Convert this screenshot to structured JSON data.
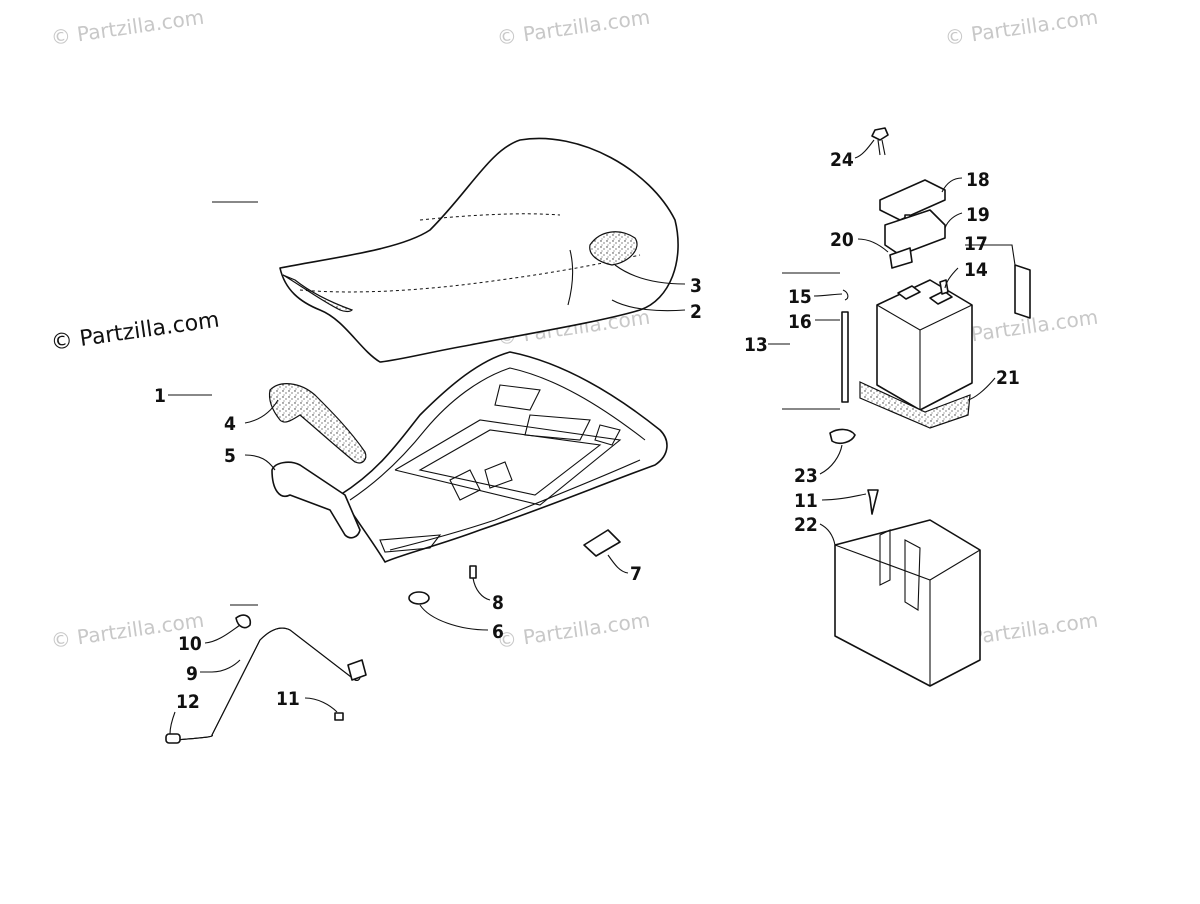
{
  "watermarks": {
    "top_left": "© Partzilla.com",
    "top_center": "© Partzilla.com",
    "top_right": "© Partzilla.com",
    "mid_left": "© Partzilla.com",
    "mid_center": "© Partzilla.com",
    "mid_right": "© Partzilla.com",
    "bottom_left": "© Partzilla.com",
    "bottom_center": "© Partzilla.com",
    "bottom_right": "© Partzilla.com"
  },
  "callouts": {
    "c1": "1",
    "c2": "2",
    "c3": "3",
    "c4": "4",
    "c5": "5",
    "c6": "6",
    "c7": "7",
    "c8": "8",
    "c9": "9",
    "c10": "10",
    "c11a": "11",
    "c11b": "11",
    "c12": "12",
    "c13": "13",
    "c14": "14",
    "c15": "15",
    "c16": "16",
    "c17": "17",
    "c18": "18",
    "c19": "19",
    "c20": "20",
    "c21": "21",
    "c22": "22",
    "c23": "23",
    "c24": "24"
  }
}
